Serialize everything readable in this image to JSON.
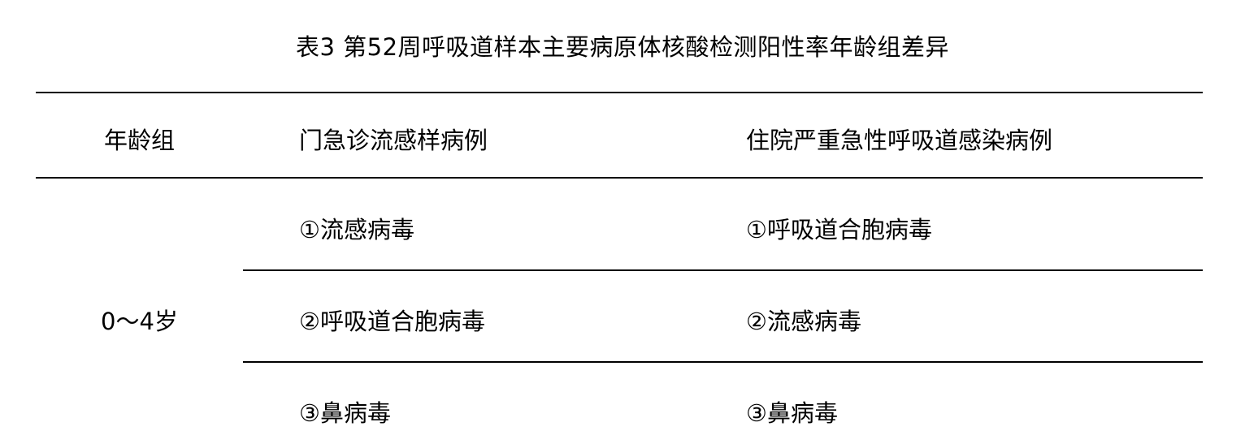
{
  "title": "表3 第52周呼吸道样本主要病原体核酸检测阳性率年龄组差异",
  "table": {
    "headers": [
      "年龄组",
      "门急诊流感样病例",
      "住院严重急性呼吸道感染病例"
    ],
    "groups": [
      {
        "age_group": "0～4岁",
        "rows": [
          [
            "①流感病毒",
            "①呼吸道合胞病毒"
          ],
          [
            "②呼吸道合胞病毒",
            "②流感病毒"
          ],
          [
            "③鼻病毒",
            "③鼻病毒"
          ]
        ]
      }
    ]
  }
}
